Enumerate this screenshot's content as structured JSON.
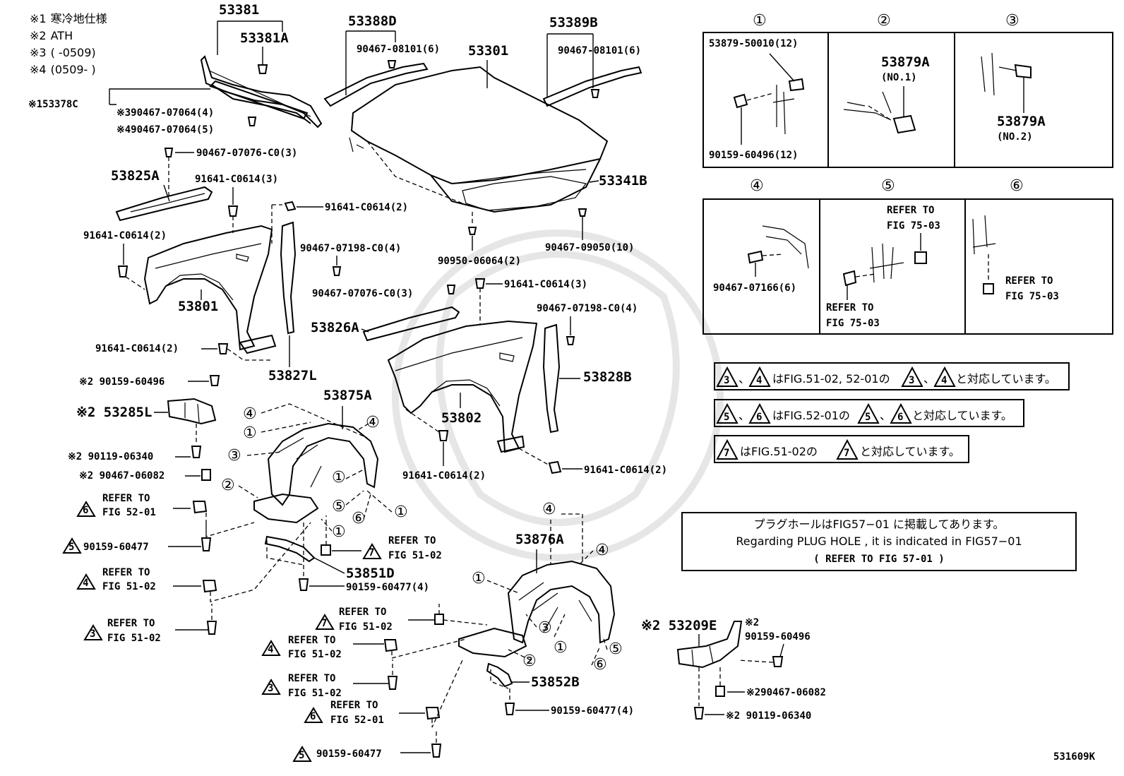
{
  "notes": [
    {
      "mark": "※1",
      "text": "寒冷地仕様"
    },
    {
      "mark": "※2",
      "text": "ATH"
    },
    {
      "mark": "※3",
      "text": "(        -0509)"
    },
    {
      "mark": "※4",
      "text": "(0509-        )"
    }
  ],
  "parts": {
    "p53381": "53381",
    "p53381A": "53381A",
    "p53388D": "53388D",
    "p53301": "53301",
    "p53389B": "53389B",
    "p53378C": "※153378C",
    "p_mark3_90467_07064": "※390467-07064(4)",
    "p_mark4_90467_07064": "※490467-07064(5)",
    "p90467_08101_a": "90467-08101(6)",
    "p90467_08101_b": "90467-08101(6)",
    "p90467_07076_a": "90467-07076-C0(3)",
    "p53825A": "53825A",
    "p91641_c0614_3_a": "91641-C0614(3)",
    "p91641_c0614_2_a": "91641-C0614(2)",
    "p91641_c0614_2_b": "91641-C0614(2)",
    "p90467_07198_a": "90467-07198-C0(4)",
    "p53801": "53801",
    "p90467_07076_b": "90467-07076-C0(3)",
    "p91641_c0614_3_b": "91641-C0614(3)",
    "p90950_06064": "90950-06064(2)",
    "p90467_09050": "90467-09050(10)",
    "p53341B": "53341B",
    "p53826A": "53826A",
    "p90467_07198_b": "90467-07198-C0(4)",
    "p91641_c0614_2_c": "91641-C0614(2)",
    "p53827L": "53827L",
    "p53828B": "53828B",
    "p53802": "53802",
    "p91641_c0614_2_d": "91641-C0614(2)",
    "p91641_c0614_2_e": "91641-C0614(2)",
    "p_m2_90159_60496": "※2 90159-60496",
    "p_m2_53285L": "※2 53285L",
    "p_m2_90119_06340": "※2 90119-06340",
    "p_m2_90467_06082": "※2 90467-06082",
    "p53875A": "53875A",
    "p90159_60477_a": "90159-60477",
    "p53851D": "53851D",
    "p90159_60477_4a": "90159-60477(4)",
    "p53876A": "53876A",
    "p53852B": "53852B",
    "p90159_60477_4b": "90159-60477(4)",
    "p90159_60477_b": "90159-60477",
    "p_m2_53209E": "※2 53209E",
    "p_m2_label": "※2",
    "p90159_60496_r": "90159-60496",
    "p_m2_90467_06082_r": "※290467-06082",
    "p_m2_90119_06340_r": "※2 90119-06340"
  },
  "refer": {
    "line1": "REFER TO",
    "fig_52_01": "FIG 52-01",
    "fig_51_02": "FIG 51-02",
    "fig_75_03": "FIG 75-03"
  },
  "detail_boxes": {
    "n1": "①",
    "n2": "②",
    "n3": "③",
    "n4": "④",
    "n5": "⑤",
    "n6": "⑥",
    "b1_a": "53879-50010(12)",
    "b1_b": "90159-60496(12)",
    "b2_a": "53879A",
    "b2_b": "(NO.1)",
    "b3_a": "53879A",
    "b3_b": "(NO.2)",
    "b4_a": "90467-07166(6)"
  },
  "tri_notes": {
    "n1_a": "3",
    "n1_b": "4",
    "n1_text1": "はFIG.51-02, 52-01の",
    "n1_text2": "と対応しています。",
    "n2_a": "5",
    "n2_b": "6",
    "n2_text1": "はFIG.52-01の",
    "n2_text2": "と対応しています。",
    "n3_a": "7",
    "n3_text1": "はFIG.51-02の",
    "n3_text2": "と対応しています。",
    "sep": "、"
  },
  "plug_box": {
    "line1": "プラグホールはFIG57−01 に掲載してあります。",
    "line2": "Regarding  PLUG HOLE , it is indicated in FIG57−01",
    "line3": "(     REFER TO FIG 57-01   )"
  },
  "callout_circles": {
    "c1": "①",
    "c2": "②",
    "c3": "③",
    "c4": "④",
    "c5": "⑤",
    "c6": "⑥"
  },
  "tri_marks": {
    "t3": "3",
    "t4": "4",
    "t5": "5",
    "t6": "6",
    "t7": "7"
  },
  "figure_id": "531609K"
}
